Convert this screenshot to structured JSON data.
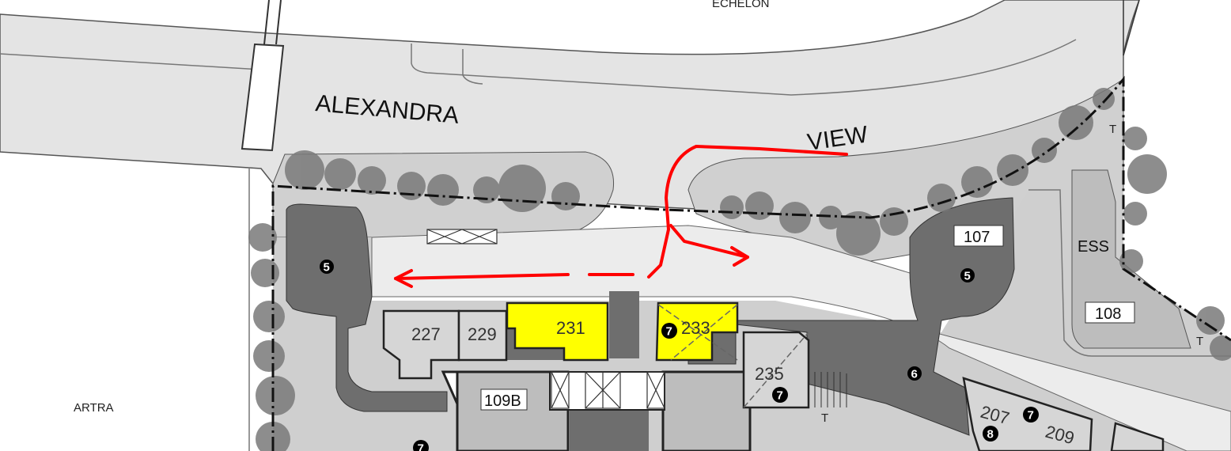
{
  "streets": {
    "alexandra": "ALEXANDRA",
    "view": "VIEW",
    "echelon": "ECHELON",
    "artra": "ARTRA"
  },
  "units": [
    {
      "id": "227",
      "highlight": false
    },
    {
      "id": "229",
      "highlight": false
    },
    {
      "id": "231",
      "highlight": true
    },
    {
      "id": "233",
      "highlight": true
    },
    {
      "id": "235",
      "highlight": false
    },
    {
      "id": "207",
      "highlight": false
    },
    {
      "id": "209",
      "highlight": false
    }
  ],
  "labels": {
    "b109": "109B",
    "b107": "107",
    "b108": "108",
    "ess": "ESS",
    "t": "T"
  },
  "markers": [
    "5",
    "5",
    "6",
    "7",
    "7",
    "7",
    "7",
    "8"
  ],
  "colors": {
    "highlight": "#ffff00",
    "route": "#ff0000",
    "road": "#e4e4e4",
    "paving": "#6e6e6e",
    "tree": "#7a7a7a"
  }
}
